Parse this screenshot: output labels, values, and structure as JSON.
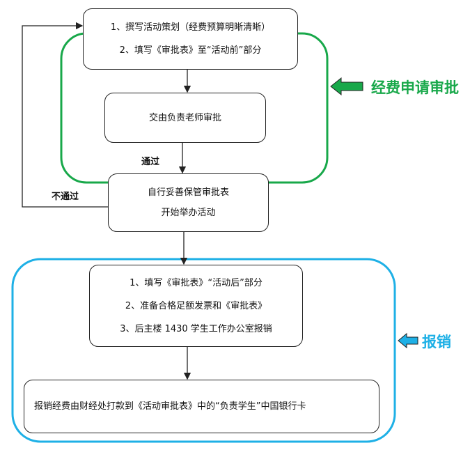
{
  "colors": {
    "approval": "#18a84a",
    "reimburse": "#1eb0e6",
    "line": "#222222"
  },
  "steps": {
    "plan": [
      "1、撰写活动策划（经费预算明晰清晰）",
      "2、填写《审批表》至“活动前”部分"
    ],
    "submit": [
      "交由负责老师审批"
    ],
    "keep": [
      "自行妥善保管审批表",
      "开始举办活动"
    ],
    "prepare": [
      "1、填写《审批表》“活动后”部分",
      "2、准备合格足额发票和《审批表》",
      "3、后主楼 1430 学生工作办公室报销"
    ],
    "pay": [
      "报销经费由财经处打款到《活动审批表》中的“负责学生”中国银行卡"
    ]
  },
  "labels": {
    "pass": "通过",
    "fail": "不通过"
  },
  "stages": {
    "approval": "经费申请审批",
    "reimburse": "报销"
  }
}
